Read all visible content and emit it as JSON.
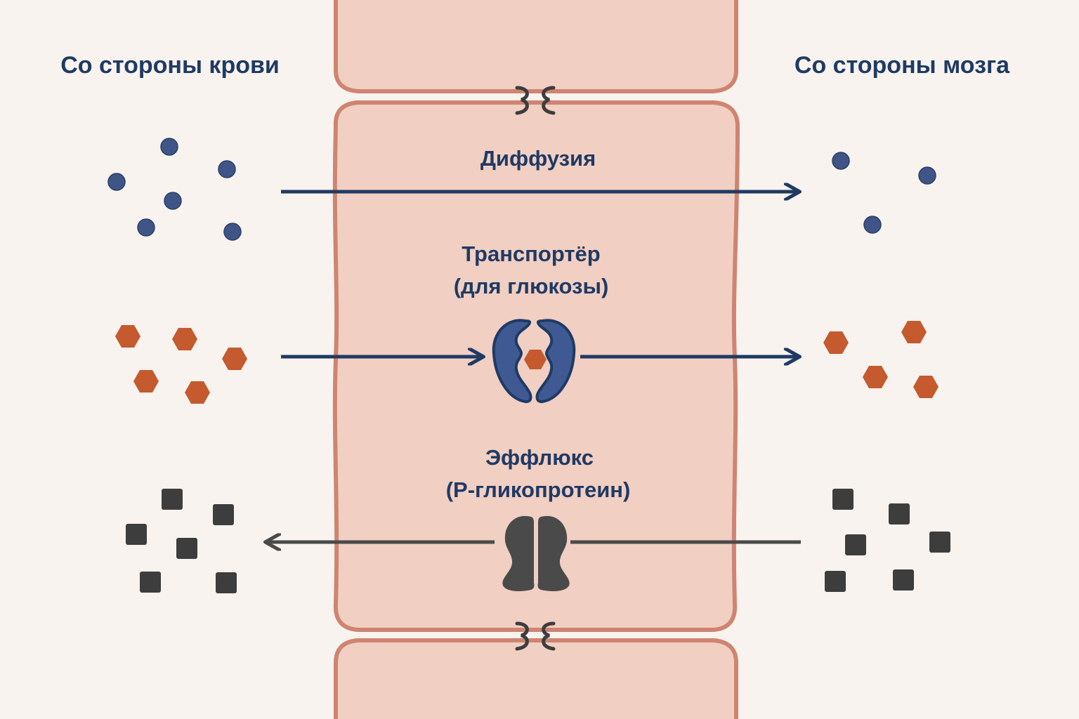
{
  "labels": {
    "blood_side": "Со стороны крови",
    "brain_side": "Со стороны мозга"
  },
  "mechanisms": {
    "diffusion": {
      "title": "Диффузия",
      "direction": "blood-to-brain"
    },
    "transporter": {
      "title": "Транспортёр",
      "subtitle": "(для глюкозы)",
      "direction": "blood-to-brain"
    },
    "efflux": {
      "title": "Эффлюкс",
      "subtitle": "(P-гликопротеин)",
      "direction": "brain-to-blood"
    }
  },
  "molecules": {
    "small_circles": {
      "shape": "circle",
      "color": "#3f5587"
    },
    "glucose": {
      "shape": "hexagon",
      "color": "#c45a2e"
    },
    "efflux_substrate": {
      "shape": "square",
      "color": "#3d3d3d"
    }
  },
  "colors": {
    "background": "#f8f3ee",
    "cell_fill": "#f1cfc2",
    "cell_border": "#cf8472",
    "arrow_primary": "#1f3a64",
    "arrow_efflux": "#4a4a4a",
    "transporter_protein": "#3f5a92",
    "efflux_protein": "#4a4a4a"
  },
  "icons": {
    "tight_junction": "tight-junction-icon",
    "transporter": "glut-transporter-icon",
    "efflux_pump": "p-glycoprotein-pump-icon"
  }
}
